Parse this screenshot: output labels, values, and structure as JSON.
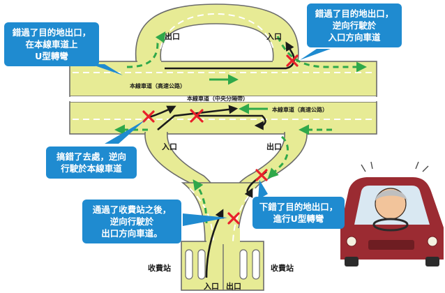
{
  "labels": {
    "exit_top_left": "出口",
    "entrance_top_right": "入口",
    "entrance_mid_left": "入口",
    "exit_mid_right": "出口",
    "toll_left": "收費站",
    "toll_right": "收費站",
    "gate_entrance": "入口",
    "gate_exit": "出口",
    "lane_upper": "本線車道（高速公路）",
    "lane_median": "本線車道（中央分隔帶）",
    "lane_lower": "本線車道（高速公路）"
  },
  "callouts": {
    "top_left": [
      "錯過了目的地出口，",
      "在本線車道上",
      "U型轉彎"
    ],
    "top_right": [
      "錯過了目的地出口，",
      "逆向行駛於",
      "入口方向車道"
    ],
    "mid_left": [
      "搞錯了去處，逆向",
      "行駛於本線車道"
    ],
    "bottom_left": [
      "通過了收費站之後，",
      "逆向行駛於",
      "出口方向車道。"
    ],
    "mid_right": [
      "下錯了目的地出口，",
      "進行U型轉彎"
    ]
  },
  "colors": {
    "road": "#e7eb95",
    "road_edge": "#6b6b6b",
    "callout": "#1f8bd0",
    "normal_arrow": "#2fa84a",
    "wrong_way": "#1a1a1a",
    "cross": "#e8202a",
    "car": "#9b2b32"
  }
}
